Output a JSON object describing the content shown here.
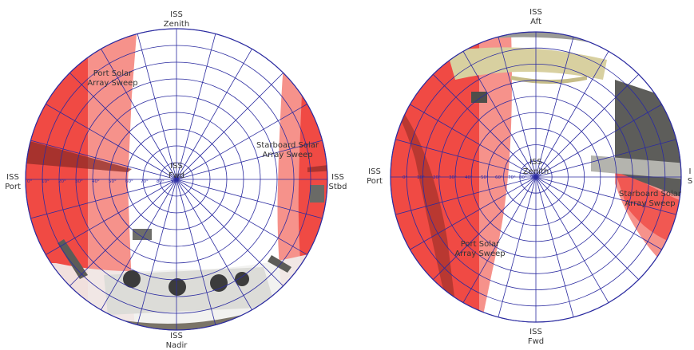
{
  "panels": [
    {
      "id": "left",
      "labels": {
        "top": [
          "ISS",
          "Zenith"
        ],
        "bottom": [
          "ISS",
          "Nadir"
        ],
        "left": [
          "ISS",
          "Port"
        ],
        "right": [
          "ISS",
          "Stbd"
        ],
        "center": [
          "ISS",
          "Fwd"
        ],
        "sweep_a": [
          "Port Solar",
          "Array Sweep"
        ],
        "sweep_b": [
          "Starboard Solar",
          "Array Sweep"
        ]
      },
      "angle_ticks": [
        "0°",
        "10°",
        "20°",
        "30°",
        "40°",
        "50°",
        "60°",
        "70°",
        "80°",
        "90°"
      ]
    },
    {
      "id": "right",
      "labels": {
        "top": [
          "ISS",
          "Aft"
        ],
        "bottom": [
          "ISS",
          "Fwd"
        ],
        "left": [
          "ISS",
          "Port"
        ],
        "right": [
          "I",
          "S"
        ],
        "center": [
          "ISS",
          "Zenith"
        ],
        "sweep_a": [
          "Port Solar",
          "Array Sweep"
        ],
        "sweep_b": [
          "Starboard Solar",
          "Array Sweep"
        ]
      },
      "angle_ticks": [
        "0°",
        "10°",
        "20°",
        "30°",
        "40°",
        "50°",
        "60°",
        "70°",
        "80°",
        "90°"
      ]
    }
  ],
  "colors": {
    "sweep_dark": "#f04a44",
    "sweep_light": "#f7a29c",
    "grid": "#2b2ba0",
    "structure": "#8a8a84",
    "module": "#d8d0a0"
  }
}
